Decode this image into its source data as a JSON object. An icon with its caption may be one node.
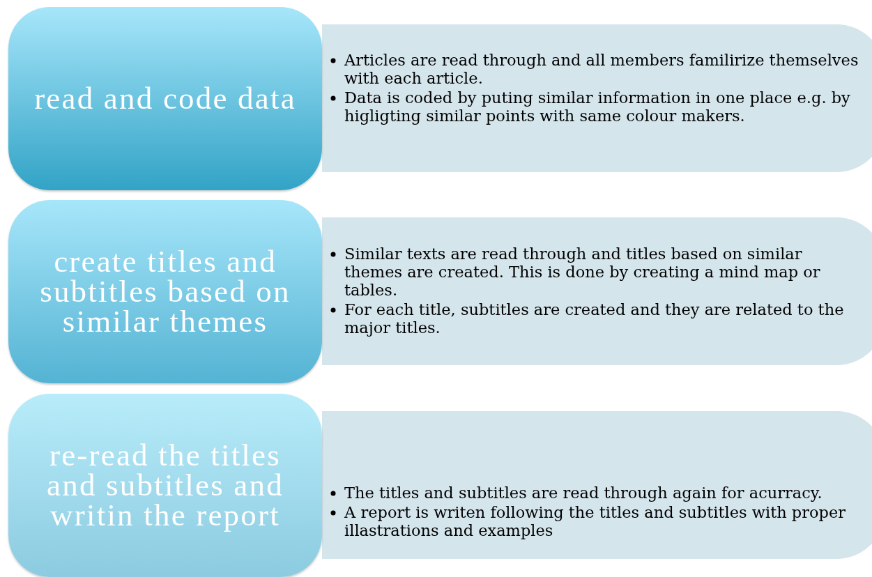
{
  "diagram": {
    "nodes": [
      {
        "text": [
          "read and code data"
        ]
      },
      {
        "text": [
          "Articles are read through and all members familirize themselves with each article.",
          "Data is coded by puting similar information in one place e.g. by higligting similar points with same colour makers."
        ]
      },
      {
        "text": [
          "create titles and subtitles based on similar themes"
        ]
      },
      {
        "text": [
          "Similar texts are read through and titles based on similar themes are created. This is done by creating a mind map or tables.",
          "For each title, subtitles are created and they are related to the major titles."
        ]
      },
      {
        "text": [
          "re-read the titles and subtitles and writin the report"
        ]
      },
      {
        "text": [
          "The titles and subtitles are read through again for acurracy.",
          "A report is writen following the titles and subtitles with proper illastrations and examples"
        ]
      }
    ]
  }
}
